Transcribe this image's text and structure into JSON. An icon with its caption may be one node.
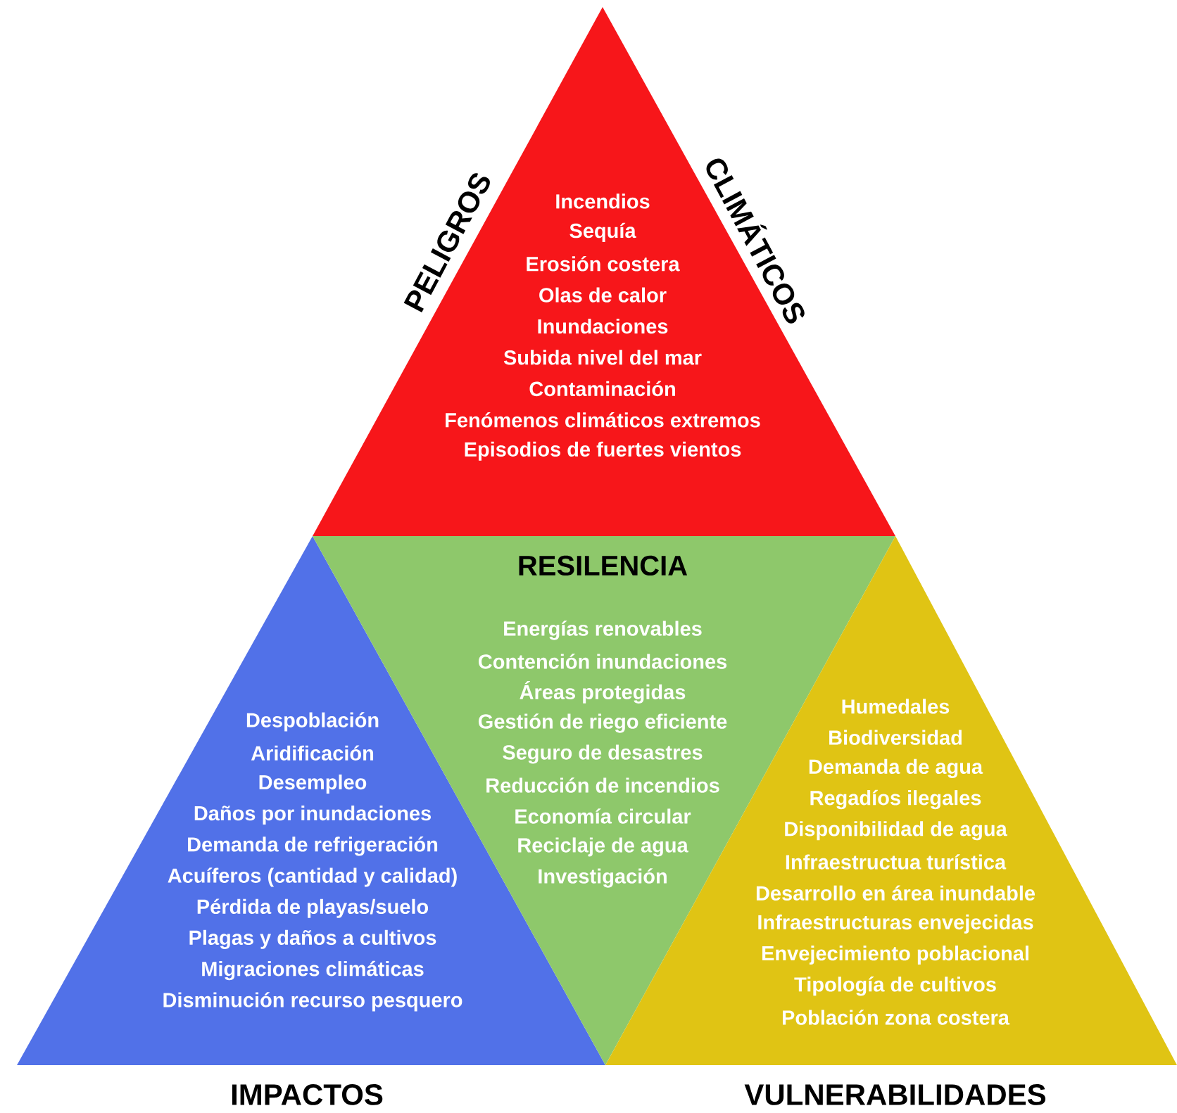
{
  "diagram": {
    "nodes": [
      {
        "text": [
          "PELIGROS",
          "CLIMÁTICOS",
          "Incendios",
          "Sequía",
          "Erosión costera",
          "Olas de calor",
          "Inundaciones",
          "Subida nivel del mar",
          "Contaminación",
          "Fenómenos climáticos extremos",
          "Episodios de fuertes vientos"
        ]
      },
      {
        "text": [
          "Despoblación",
          "Aridificación",
          "Desempleo",
          "Daños por inundaciones",
          "Demanda de refrigeración",
          "Acuíferos (cantidad y calidad)",
          "Pérdida de playas/suelo",
          "Plagas y daños a cultivos",
          "Migraciones climáticas",
          "Disminución recurso pesquero",
          "IMPACTOS"
        ]
      },
      {
        "text": [
          "RESILENCIA",
          "Energías renovables",
          "Contención inundaciones",
          "Áreas protegidas",
          "Gestión de riego eficiente",
          "Seguro de desastres",
          "Reducción de incendios",
          "Economía circular",
          "Reciclaje de agua",
          "Investigación"
        ]
      },
      {
        "text": [
          "Humedales",
          "Biodiversidad",
          "Demanda de agua",
          "Regadíos ilegales",
          "Disponibilidad de agua",
          "Infraestructua turística",
          "Desarrollo en área inundable",
          "Infraestructuras envejecidas",
          "Envejecimiento poblacional",
          "Tipología de cultivos",
          "Población zona costera",
          "VULNERABILIDADES"
        ]
      }
    ]
  }
}
